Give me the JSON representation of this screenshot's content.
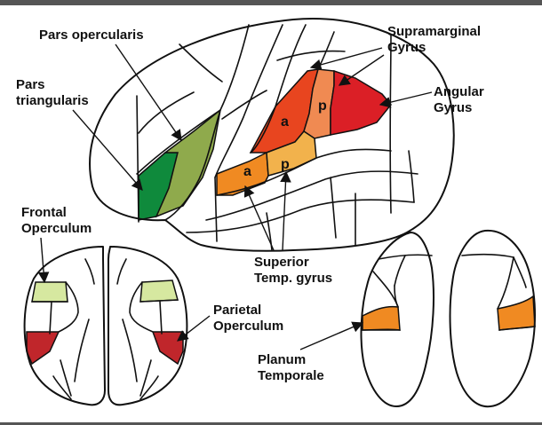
{
  "labels": {
    "pars_opercularis": "Pars opercularis",
    "pars_triangularis_1": "Pars",
    "pars_triangularis_2": "triangularis",
    "supramarginal_1": "Supramarginal",
    "supramarginal_2": "Gyrus",
    "angular_1": "Angular",
    "angular_2": "Gyrus",
    "frontal_operculum_1": "Frontal",
    "frontal_operculum_2": "Operculum",
    "parietal_operculum_1": "Parietal",
    "parietal_operculum_2": "Operculum",
    "superior_temp_1": "Superior",
    "superior_temp_2": "Temp. gyrus",
    "planum_temporale_1": "Planum",
    "planum_temporale_2": "Temporale"
  },
  "region_letters": {
    "supramarginal_anterior": "a",
    "supramarginal_posterior": "p",
    "stg_anterior": "a",
    "stg_posterior": "p"
  },
  "colors": {
    "pars_triangularis": "#0f8a3c",
    "pars_opercularis": "#8faa4c",
    "supramarginal_anterior": "#e8451f",
    "supramarginal_posterior": "#f08a52",
    "angular_gyrus": "#db1f26",
    "stg_anterior": "#f08a22",
    "stg_posterior": "#f2b24c",
    "frontal_operculum": "#d6e8a0",
    "parietal_operculum": "#c0262b",
    "planum_temporale": "#f08a22"
  }
}
